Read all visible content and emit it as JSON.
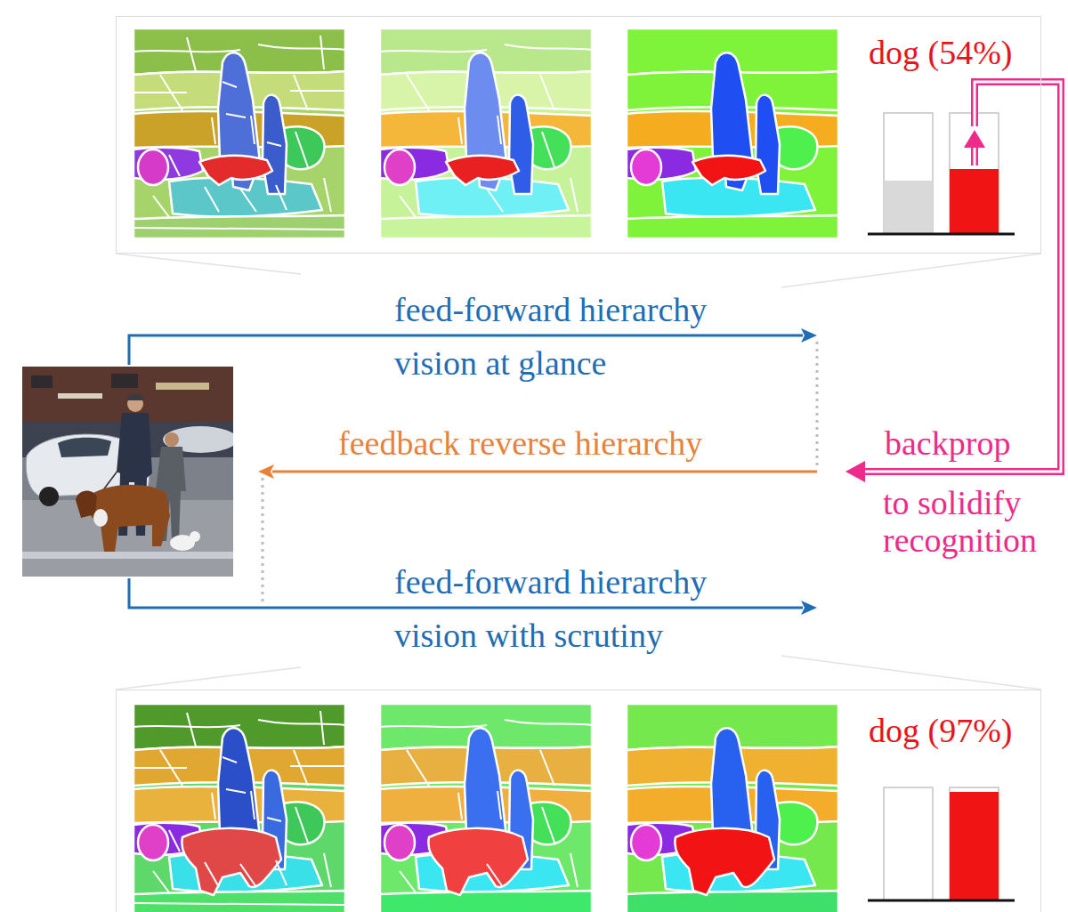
{
  "diagram": {
    "nodes": [
      {
        "text": [
          "dog (54%)"
        ]
      },
      {
        "text": [
          "feed-forward hierarchy",
          "vision at glance"
        ]
      },
      {
        "text": [
          "feedback reverse hierarchy"
        ]
      },
      {
        "text": [
          "feed-forward hierarchy",
          "vision with scrutiny"
        ]
      },
      {
        "text": [
          "dog (97%)"
        ]
      }
    ],
    "edges": [
      {
        "from": 0,
        "to": 2,
        "label": "backprop",
        "arrow": "to"
      }
    ],
    "labels": [
      "to solidify recognition"
    ]
  }
}
